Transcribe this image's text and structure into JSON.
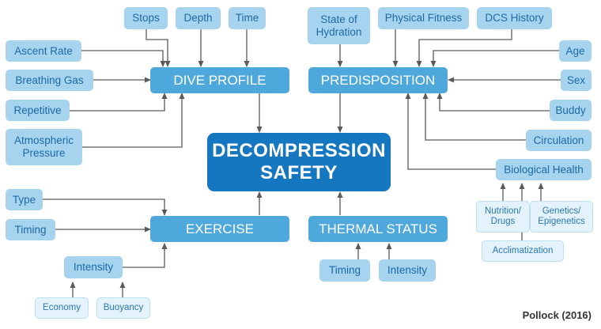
{
  "center": {
    "line1": "DECOMPRESSION",
    "line2": "SAFETY"
  },
  "dive_profile": {
    "label": "DIVE PROFILE",
    "stops": "Stops",
    "depth": "Depth",
    "time": "Time",
    "ascent_rate": "Ascent Rate",
    "breathing_gas": "Breathing Gas",
    "repetitive": "Repetitive",
    "atmospheric_pressure": [
      "Atmospheric",
      "Pressure"
    ]
  },
  "predisposition": {
    "label": "PREDISPOSITION",
    "hydration": [
      "State of",
      "Hydration"
    ],
    "physical_fitness": "Physical Fitness",
    "dcs_history": "DCS History",
    "age": "Age",
    "sex": "Sex",
    "buddy": "Buddy",
    "circulation": "Circulation",
    "biological_health": "Biological Health",
    "nutrition": [
      "Nutrition/",
      "Drugs"
    ],
    "genetics": [
      "Genetics/",
      "Epigenetics"
    ],
    "acclimatization": "Acclimatization"
  },
  "exercise": {
    "label": "EXERCISE",
    "type": "Type",
    "timing": "Timing",
    "intensity": "Intensity",
    "economy": "Economy",
    "buoyancy": "Buoyancy"
  },
  "thermal_status": {
    "label": "THERMAL STATUS",
    "timing": "Timing",
    "intensity": "Intensity"
  },
  "credit": "Pollock (2016)",
  "colors": {
    "dark": "#1577bf",
    "medium": "#4ea8dc",
    "light": "#a6d3ee",
    "extra_light": "#e3f2fb",
    "line": "#5a5a5a"
  }
}
